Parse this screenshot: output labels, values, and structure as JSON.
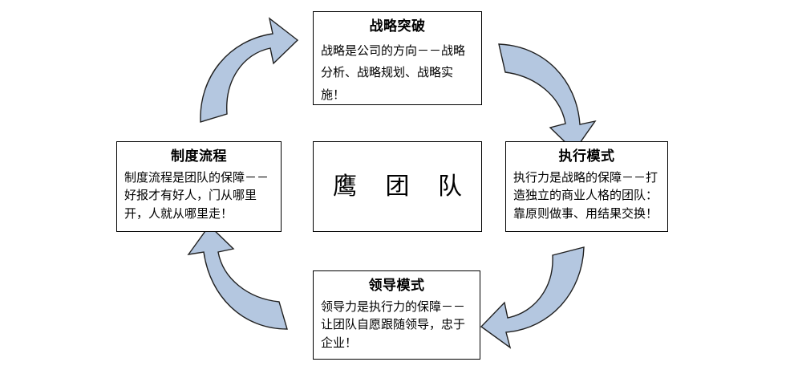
{
  "diagram": {
    "title_text": "鹰 团 队",
    "center": {
      "name": "center-core",
      "label": "鹰 团 队"
    },
    "nodes": [
      {
        "id": "strategy",
        "position": "top",
        "title": "战略突破",
        "body": "战略是公司的方向－－战略分析、战略规划、战略实施！"
      },
      {
        "id": "execution",
        "position": "right",
        "title": "执行模式",
        "body": "执行力是战略的保障－－打造独立的商业人格的团队：靠原则做事、用结果交换！"
      },
      {
        "id": "leadership",
        "position": "bottom",
        "title": "领导模式",
        "body": "领导力是执行力的保障－－让团队自愿跟随领导，忠于企业！"
      },
      {
        "id": "system-process",
        "position": "left",
        "title": "制度流程",
        "body": "制度流程是团队的保障－－好报才有好人，门从哪里开，人就从哪里走！"
      }
    ],
    "arrows": [
      {
        "id": "arrow-left-to-top",
        "from": "system-process",
        "to": "strategy",
        "direction": "up-right"
      },
      {
        "id": "arrow-top-to-right",
        "from": "strategy",
        "to": "execution",
        "direction": "down-right"
      },
      {
        "id": "arrow-right-to-bottom",
        "from": "execution",
        "to": "leadership",
        "direction": "down-left"
      },
      {
        "id": "arrow-bottom-to-left",
        "from": "leadership",
        "to": "system-process",
        "direction": "up-left"
      }
    ],
    "colors": {
      "arrow_fill": "#b4c7e0",
      "arrow_stroke": "#202020",
      "box_border": "#000000",
      "background": "#ffffff",
      "text": "#000000"
    }
  }
}
